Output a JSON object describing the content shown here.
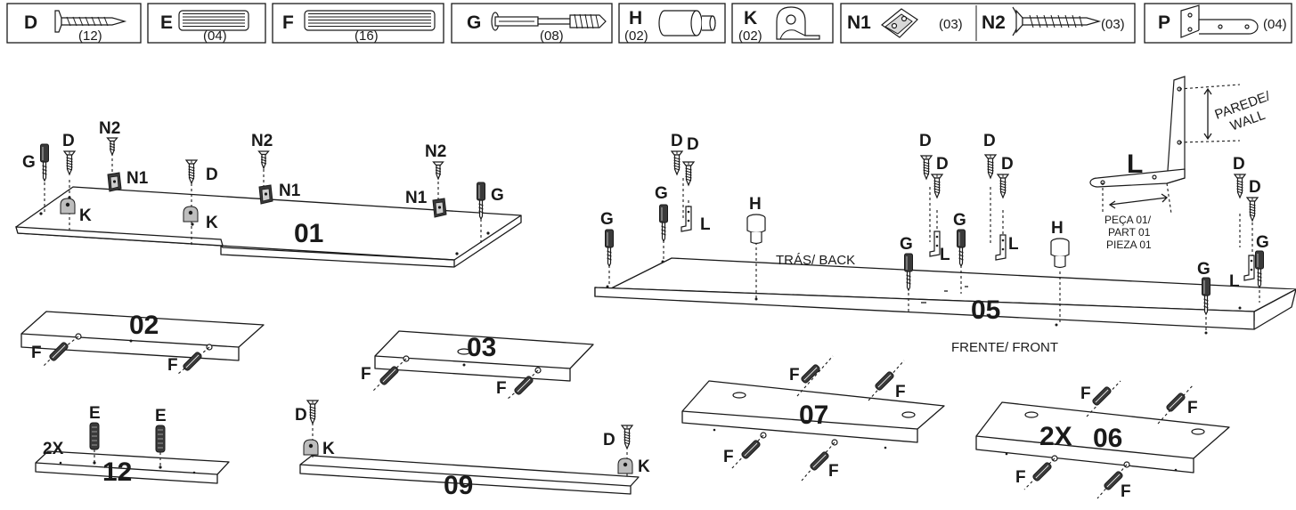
{
  "hardware": [
    {
      "letter": "D",
      "qty": "(12)",
      "icon": "countersunk-screw-icon"
    },
    {
      "letter": "E",
      "qty": "(04)",
      "icon": "short-dowel-icon"
    },
    {
      "letter": "F",
      "qty": "(16)",
      "icon": "long-dowel-icon"
    },
    {
      "letter": "G",
      "qty": "(08)",
      "icon": "cam-bolt-icon"
    },
    {
      "letter": "H",
      "qty": "(02)",
      "icon": "plastic-foot-icon"
    },
    {
      "letter": "K",
      "qty": "(02)",
      "icon": "shelf-support-clip-icon"
    },
    {
      "letter": "N1",
      "qty": "(03)",
      "icon": "corner-bracket-icon"
    },
    {
      "letter": "N2",
      "qty": "(03)",
      "icon": "wood-screw-icon"
    },
    {
      "letter": "P",
      "qty": "(04)",
      "icon": "l-bracket-icon"
    }
  ],
  "parts": {
    "p01": "01",
    "p02": "02",
    "p03": "03",
    "p05": "05",
    "p06": "06",
    "p07": "07",
    "p09": "09",
    "p12": "12"
  },
  "multipliers": {
    "p06": "2X",
    "p12": "2X"
  },
  "callouts": {
    "D": "D",
    "E": "E",
    "F": "F",
    "G": "G",
    "H": "H",
    "K": "K",
    "L": "L",
    "N1": "N1",
    "N2": "N2"
  },
  "notes": {
    "back": "TRÁS/ BACK",
    "front": "FRENTE/ FRONT",
    "wall_line1": "PAREDE/",
    "wall_line2": "WALL",
    "piece_line1": "PEÇA 01/",
    "piece_line2": "PART 01",
    "piece_line3": "PIEZA 01"
  }
}
